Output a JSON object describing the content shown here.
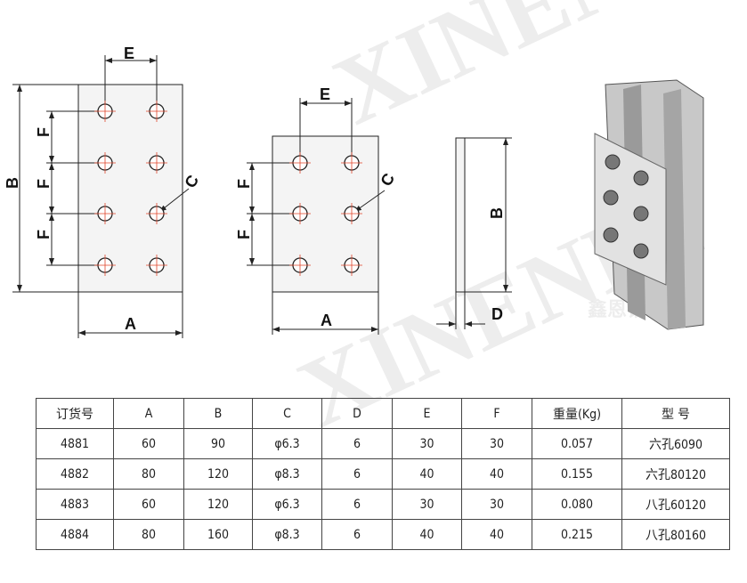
{
  "drawing": {
    "labels": {
      "A": "A",
      "B": "B",
      "C": "C",
      "D": "D",
      "E": "E",
      "F": "F"
    }
  },
  "watermark": "XINENLY",
  "watermark_cn": "鑫恩铝业",
  "table": {
    "headers": [
      "订货号",
      "A",
      "B",
      "C",
      "D",
      "E",
      "F",
      "重量(Kg)",
      "型 号"
    ],
    "rows": [
      [
        "4881",
        "60",
        "90",
        "φ6.3",
        "6",
        "30",
        "30",
        "0.057",
        "六孔6090"
      ],
      [
        "4882",
        "80",
        "120",
        "φ8.3",
        "6",
        "40",
        "40",
        "0.155",
        "六孔80120"
      ],
      [
        "4883",
        "60",
        "120",
        "φ6.3",
        "6",
        "30",
        "30",
        "0.080",
        "八孔60120"
      ],
      [
        "4884",
        "80",
        "160",
        "φ8.3",
        "6",
        "40",
        "40",
        "0.215",
        "八孔80160"
      ]
    ]
  }
}
